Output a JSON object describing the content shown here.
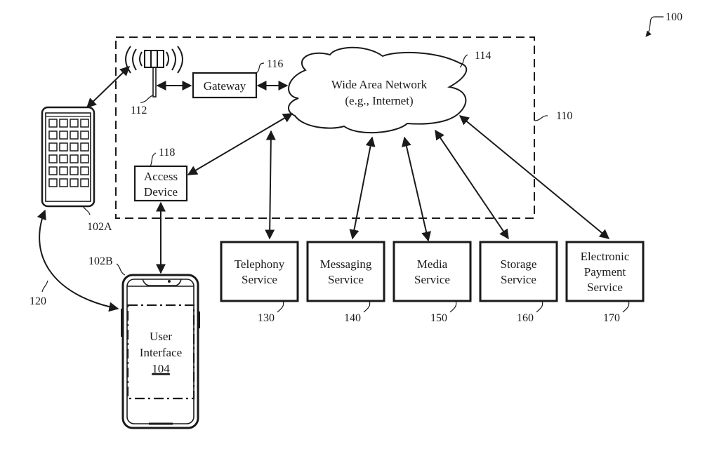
{
  "figure": {
    "ref": "100",
    "network_boundary_ref": "110",
    "nodes": {
      "antenna": {
        "ref": "112",
        "icon": "cell-tower-icon"
      },
      "gateway": {
        "label": "Gateway",
        "ref": "116"
      },
      "wan": {
        "line1": "Wide Area Network",
        "line2": "(e.g., Internet)",
        "ref": "114"
      },
      "access_device": {
        "line1": "Access",
        "line2": "Device",
        "ref": "118"
      },
      "tablet": {
        "ref": "102A",
        "icon": "tablet-device-icon"
      },
      "phone": {
        "ref": "102B",
        "icon": "smartphone-icon",
        "ui_line1": "User",
        "ui_line2": "Interface",
        "ui_ref": "104"
      },
      "link": {
        "ref": "120"
      }
    },
    "services": [
      {
        "lines": [
          "Telephony",
          "Service"
        ],
        "ref": "130"
      },
      {
        "lines": [
          "Messaging",
          "Service"
        ],
        "ref": "140"
      },
      {
        "lines": [
          "Media",
          "Service"
        ],
        "ref": "150"
      },
      {
        "lines": [
          "Storage",
          "Service"
        ],
        "ref": "160"
      },
      {
        "lines": [
          "Electronic",
          "Payment",
          "Service"
        ],
        "ref": "170"
      }
    ]
  }
}
